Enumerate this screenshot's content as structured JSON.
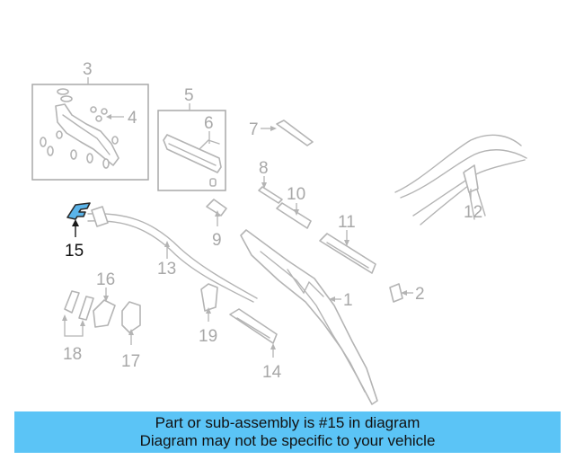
{
  "diagram": {
    "highlighted_part": "15",
    "callouts": [
      "1",
      "2",
      "3",
      "4",
      "5",
      "6",
      "7",
      "8",
      "9",
      "10",
      "11",
      "12",
      "13",
      "14",
      "15",
      "16",
      "17",
      "18",
      "19"
    ]
  },
  "notice": {
    "line1": "Part or sub-assembly is #15 in diagram",
    "line2": "Diagram may not be specific to your vehicle"
  },
  "colors": {
    "highlight_fill": "#5ab4ea",
    "banner": "#5bc4f6",
    "line_art": "#b4b4b4"
  }
}
